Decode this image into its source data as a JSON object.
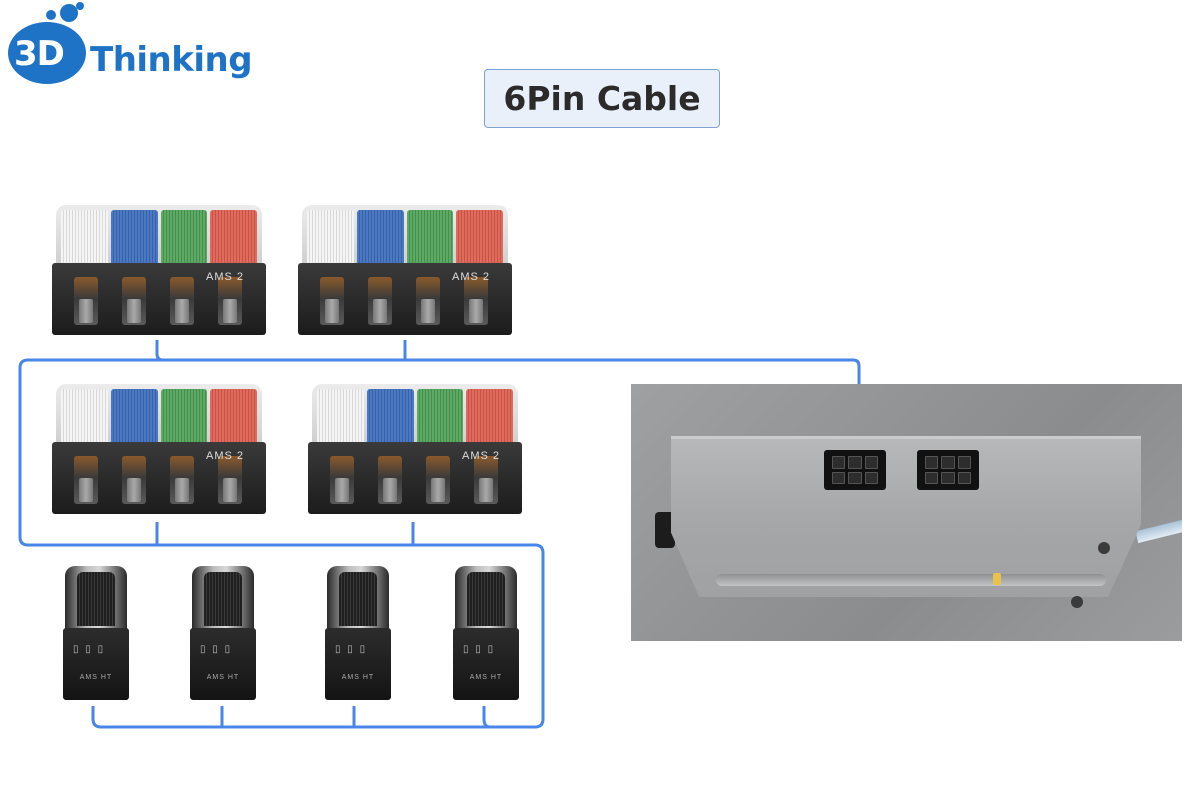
{
  "logo": {
    "mark": "3D",
    "word": "Thinking",
    "brand_color": "#1f73c7"
  },
  "title": "6Pin Cable",
  "connector_color": "#4a86e8",
  "ams2_units": [
    {
      "label": "AMS 2"
    },
    {
      "label": "AMS 2"
    },
    {
      "label": "AMS 2"
    },
    {
      "label": "AMS 2"
    }
  ],
  "ams_ht_units": [
    {
      "label": "AMS HT"
    },
    {
      "label": "AMS HT"
    },
    {
      "label": "AMS HT"
    },
    {
      "label": "AMS HT"
    }
  ],
  "ports": [
    "6-pin-port",
    "6-pin-port"
  ]
}
